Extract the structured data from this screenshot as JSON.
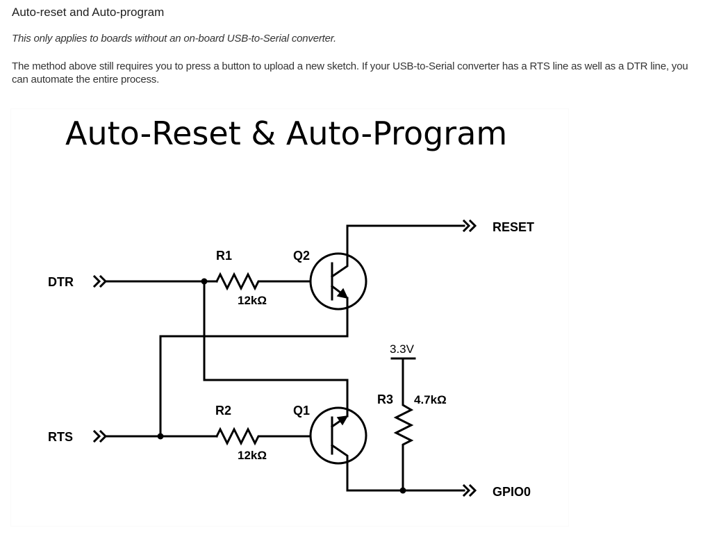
{
  "section": {
    "heading": "Auto-reset and Auto-program",
    "note": "This only applies to boards without an on-board USB-to-Serial converter.",
    "paragraph": "The method above still requires you to press a button to upload a new sketch. If your USB-to-Serial converter has a RTS line as well as a DTR line, you can automate the entire process."
  },
  "diagram": {
    "title": "Auto-Reset & Auto-Program",
    "ports": {
      "dtr": "DTR",
      "rts": "RTS",
      "reset": "RESET",
      "gpio0": "GPIO0"
    },
    "components": {
      "r1": {
        "name": "R1",
        "value": "12kΩ"
      },
      "r2": {
        "name": "R2",
        "value": "12kΩ"
      },
      "r3": {
        "name": "R3",
        "value": "4.7kΩ"
      },
      "q1": {
        "name": "Q1"
      },
      "q2": {
        "name": "Q2"
      }
    },
    "supply": "3.3V"
  }
}
